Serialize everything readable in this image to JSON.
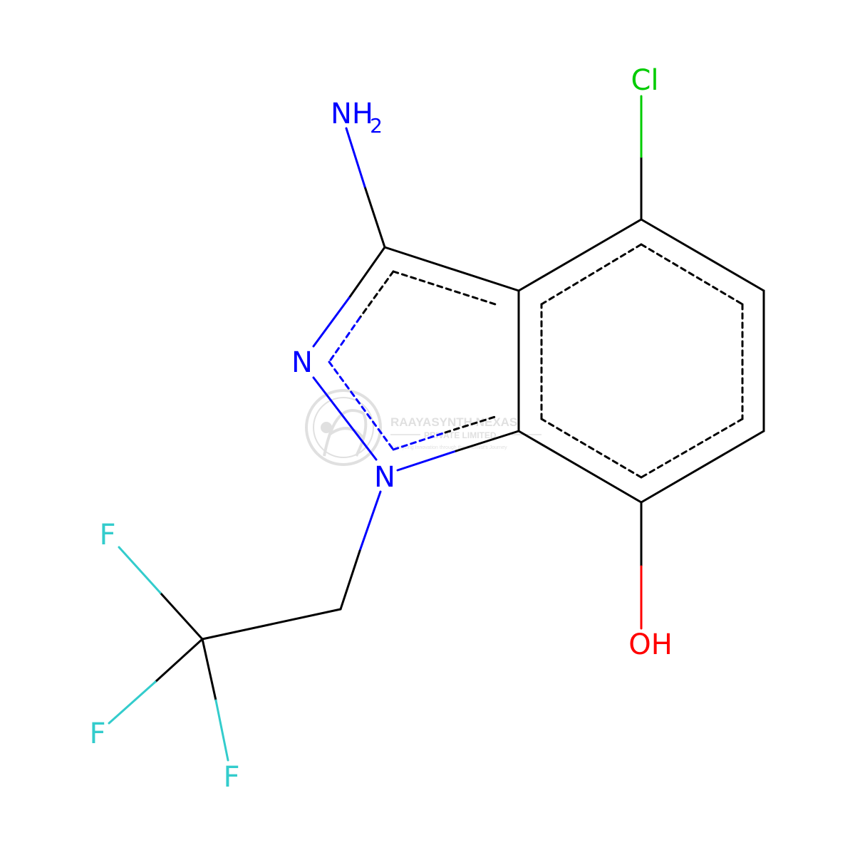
{
  "molecule": {
    "colors": {
      "carbon": "#000000",
      "nitrogen": "#0000ff",
      "oxygen": "#ff0000",
      "chlorine": "#00cc00",
      "fluorine": "#33cccc",
      "watermark": "#c8c8c8"
    },
    "labels": {
      "chlorine": "Cl",
      "amine_main": "NH",
      "amine_subscript": "2",
      "ring_nitrogen_2": "N",
      "ring_nitrogen_1": "N",
      "hydroxyl": "OH",
      "fluorine_1": "F",
      "fluorine_2": "F",
      "fluorine_3": "F"
    }
  },
  "watermark": {
    "title": "RAAYASYNTH NEXAS",
    "subtitle": "PRIVATE LIMITED",
    "tagline": "Catalyzing Innovation through the Chemist's Journey",
    "logo_icon": "molecule-logo-icon"
  }
}
